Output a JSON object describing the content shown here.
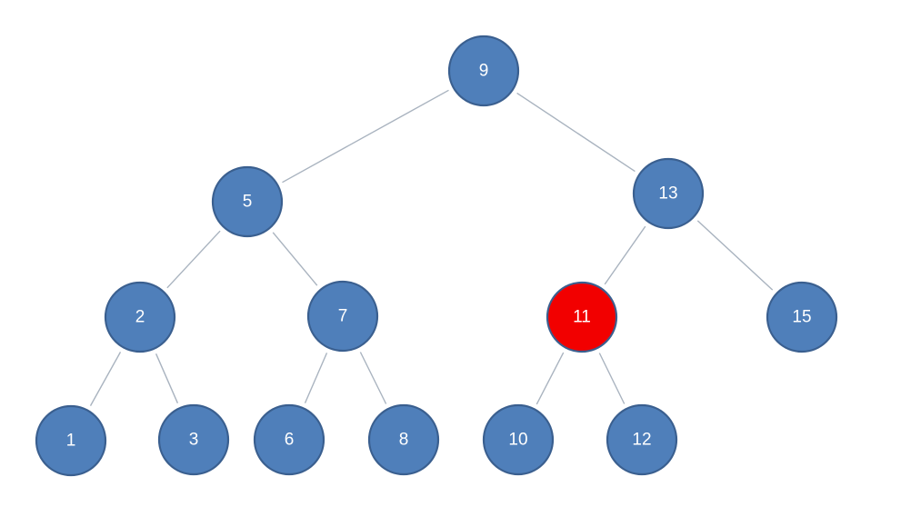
{
  "diagram": {
    "colors": {
      "node_fill": "#4f7fba",
      "node_stroke": "#3a5f8f",
      "highlight_fill": "#f20000",
      "highlight_stroke": "#3a5f8f",
      "label": "#ffffff",
      "edge": "#a9b3bf"
    },
    "nodes": [
      {
        "id": "n9",
        "label": "9",
        "highlighted": false
      },
      {
        "id": "n5",
        "label": "5",
        "highlighted": false
      },
      {
        "id": "n13",
        "label": "13",
        "highlighted": false
      },
      {
        "id": "n2",
        "label": "2",
        "highlighted": false
      },
      {
        "id": "n7",
        "label": "7",
        "highlighted": false
      },
      {
        "id": "n11",
        "label": "11",
        "highlighted": true
      },
      {
        "id": "n15",
        "label": "15",
        "highlighted": false
      },
      {
        "id": "n1",
        "label": "1",
        "highlighted": false
      },
      {
        "id": "n3",
        "label": "3",
        "highlighted": false
      },
      {
        "id": "n6",
        "label": "6",
        "highlighted": false
      },
      {
        "id": "n8",
        "label": "8",
        "highlighted": false
      },
      {
        "id": "n10",
        "label": "10",
        "highlighted": false
      },
      {
        "id": "n12",
        "label": "12",
        "highlighted": false
      }
    ],
    "edges": [
      {
        "from": "n9",
        "to": "n5"
      },
      {
        "from": "n9",
        "to": "n13"
      },
      {
        "from": "n5",
        "to": "n2"
      },
      {
        "from": "n5",
        "to": "n7"
      },
      {
        "from": "n13",
        "to": "n11"
      },
      {
        "from": "n13",
        "to": "n15"
      },
      {
        "from": "n2",
        "to": "n1"
      },
      {
        "from": "n2",
        "to": "n3"
      },
      {
        "from": "n7",
        "to": "n6"
      },
      {
        "from": "n7",
        "to": "n8"
      },
      {
        "from": "n11",
        "to": "n10"
      },
      {
        "from": "n11",
        "to": "n12"
      }
    ]
  }
}
